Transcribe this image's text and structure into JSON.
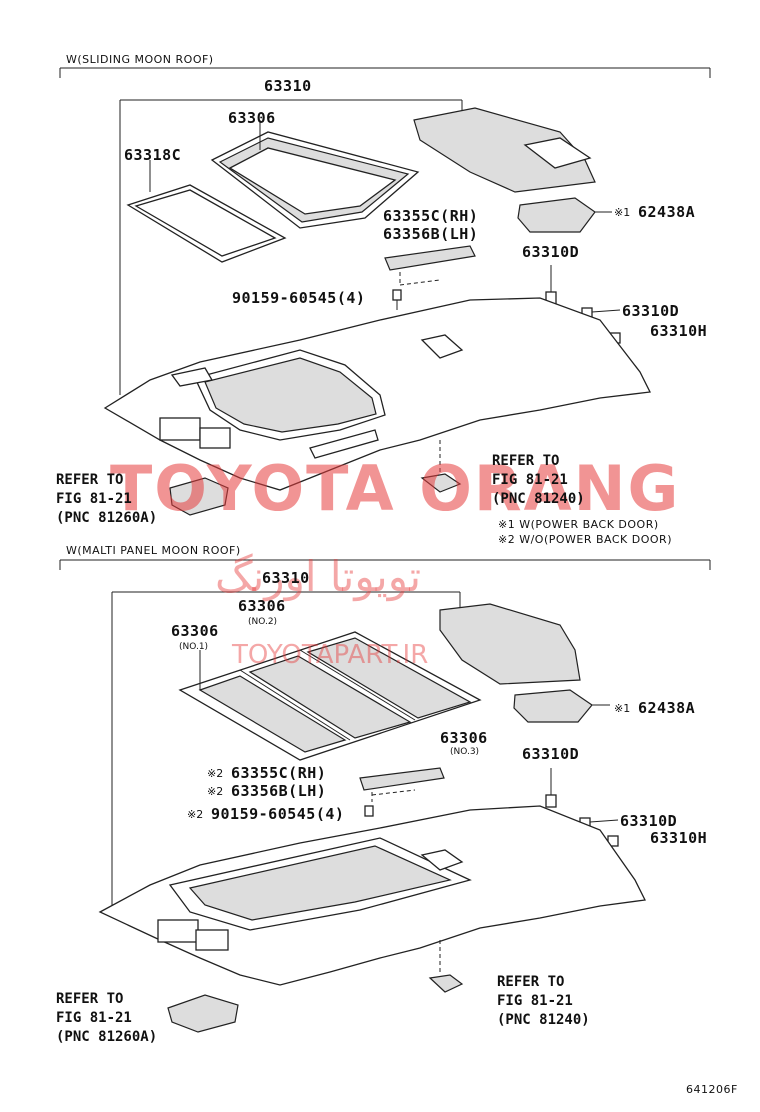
{
  "sections": {
    "top_title": "W(SLIDING MOON ROOF)",
    "bottom_title": "W(MALTI PANEL MOON ROOF)"
  },
  "top": {
    "p63310": "63310",
    "p63306": "63306",
    "p63318C": "63318C",
    "p63355C": "63355C(RH)",
    "p63356B": "63356B(LH)",
    "p90159": "90159-60545(4)",
    "p62438A": "62438A",
    "p62438A_mark": "※1",
    "p63310D_a": "63310D",
    "p63310D_b": "63310D",
    "p63310H": "63310H",
    "ref_left": "REFER TO\nFIG 81-21\n(PNC 81260A)",
    "ref_right": "REFER TO\nFIG 81-21\n(PNC 81240)",
    "note1": "※1 W(POWER BACK DOOR)",
    "note2": "※2 W/O(POWER BACK DOOR)"
  },
  "bottom": {
    "p63310": "63310",
    "p63306_no2": "63306",
    "p63306_no2_sub": "(NO.2)",
    "p63306_no1": "63306",
    "p63306_no1_sub": "(NO.1)",
    "p63306_no3": "63306",
    "p63306_no3_sub": "(NO.3)",
    "p63355C": "63355C(RH)",
    "p63356B": "63356B(LH)",
    "p90159": "90159-60545(4)",
    "mark2": "※2",
    "p62438A": "62438A",
    "p62438A_mark": "※1",
    "p63310D_a": "63310D",
    "p63310D_b": "63310D",
    "p63310H": "63310H",
    "ref_left": "REFER TO\nFIG 81-21\n(PNC 81260A)",
    "ref_right": "REFER TO\nFIG 81-21\n(PNC 81240)"
  },
  "watermark": {
    "latin": "TOYOTA ORANG",
    "persian": "تویوتا اورنگ",
    "site": "TOYOTAPART.IR"
  },
  "footer_code": "641206F"
}
